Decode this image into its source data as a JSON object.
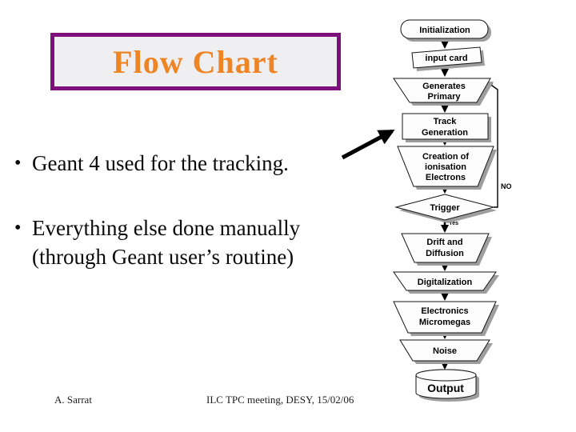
{
  "slide": {
    "title": "Flow Chart",
    "bullets": [
      {
        "marker": "•",
        "text": "Geant 4 used for the tracking."
      },
      {
        "marker": "•",
        "line1": "Everything else done manually",
        "line2": "(through Geant user’s routine)"
      }
    ],
    "footer": {
      "author": "A. Sarrat",
      "meeting": "ILC TPC meeting, DESY, 15/02/06"
    }
  },
  "flowchart": {
    "nodes": {
      "initialization": {
        "shape": "terminator",
        "label": "Initialization"
      },
      "input_card": {
        "shape": "card",
        "label": "input card"
      },
      "generates_primary": {
        "shape": "manual-operation",
        "line1": "Generates",
        "line2": "Primary"
      },
      "track_generation": {
        "shape": "process",
        "line1": "Track",
        "line2": "Generation"
      },
      "creation_ionisation": {
        "shape": "manual-operation",
        "line1": "Creation of",
        "line2": "ionisation",
        "line3": "Electrons"
      },
      "trigger": {
        "shape": "decision",
        "label": "Trigger"
      },
      "drift_diffusion": {
        "shape": "manual-operation",
        "line1": "Drift and",
        "line2": "Diffusion"
      },
      "digitalization": {
        "shape": "manual-operation",
        "label": "Digitalization"
      },
      "electronics_micromegas": {
        "shape": "manual-operation",
        "line1": "Electronics",
        "line2": "Micromegas"
      },
      "noise": {
        "shape": "manual-operation",
        "label": "Noise"
      },
      "output": {
        "shape": "database",
        "label": "Output"
      }
    },
    "branch_labels": {
      "no": "NO",
      "yes": "Yes"
    }
  },
  "colors": {
    "title_border_purple": "#7d107d",
    "title_fill": "#efeef0",
    "title_text_orange": "#ef8424",
    "node_fill": "#fdfdfd",
    "node_shadow_gray": "#9e9e9e",
    "background": "#ffffff"
  }
}
